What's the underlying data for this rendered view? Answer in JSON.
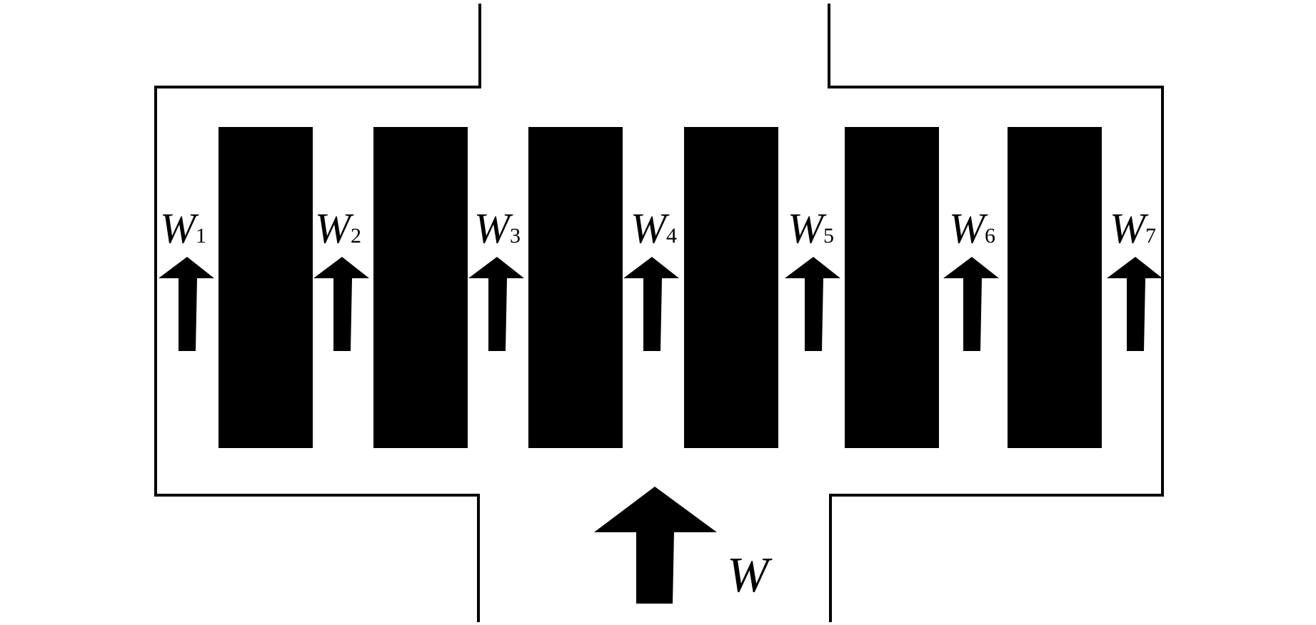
{
  "diagram": {
    "colors": {
      "background": "#ffffff",
      "ink": "#000000"
    },
    "channels": [
      {
        "symbol": "W",
        "subscript": "1"
      },
      {
        "symbol": "W",
        "subscript": "2"
      },
      {
        "symbol": "W",
        "subscript": "3"
      },
      {
        "symbol": "W",
        "subscript": "4"
      },
      {
        "symbol": "W",
        "subscript": "5"
      },
      {
        "symbol": "W",
        "subscript": "6"
      },
      {
        "symbol": "W",
        "subscript": "7"
      }
    ],
    "inlet": {
      "symbol": "W"
    },
    "block_count": 6
  }
}
